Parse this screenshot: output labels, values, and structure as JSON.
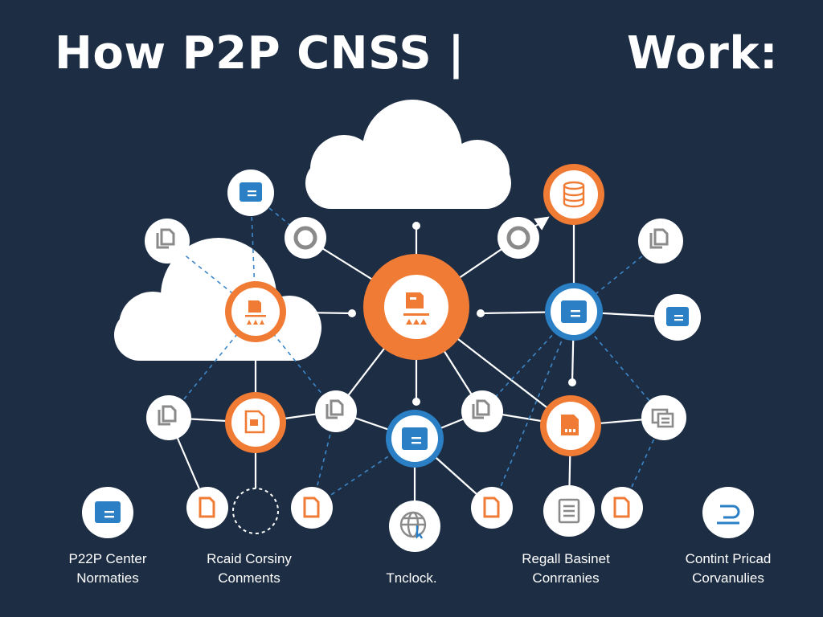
{
  "header": {
    "title_left": "How P2P CNSS |",
    "title_right": "Work:"
  },
  "colors": {
    "background": "#1c2d44",
    "orange": "#f07b35",
    "blue": "#2b7fc4",
    "white": "#ffffff",
    "grey": "#8a8a8a"
  },
  "labels": [
    {
      "line1": "P22P Center",
      "line2": "Normaties"
    },
    {
      "line1": "Rcaid Corsiny",
      "line2": "Conments"
    },
    {
      "line1": "Tnclock.",
      "line2": ""
    },
    {
      "line1": "Regall Basinet",
      "line2": "Conrranies"
    },
    {
      "line1": "Contint Pricad",
      "line2": "Corvanulies"
    }
  ]
}
